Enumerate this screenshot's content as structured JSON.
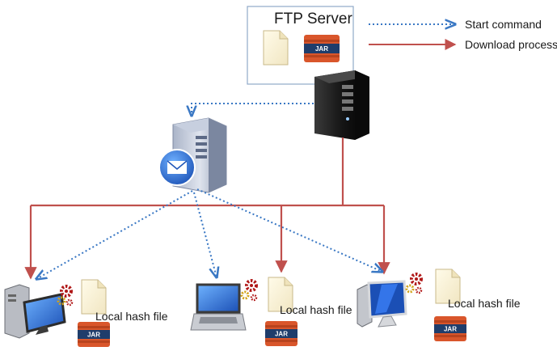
{
  "ftp_server": {
    "title": "FTP Server",
    "jar_label": "JAR"
  },
  "legend": {
    "start_command": "Start command",
    "download_process": "Download process"
  },
  "clients": [
    {
      "hash_label": "Local hash file",
      "jar_label": "JAR"
    },
    {
      "hash_label": "Local hash file",
      "jar_label": "JAR"
    },
    {
      "hash_label": "Local hash file",
      "jar_label": "JAR"
    }
  ],
  "colors": {
    "start_command": "#3a78c4",
    "download_process": "#c0504d",
    "ftp_box_border": "#8fa9c9",
    "jar_orange": "#d9562b",
    "jar_band": "#1f3d6b"
  },
  "icons": {
    "ftp_server": "tower-server-icon",
    "mail_server": "mail-server-icon",
    "client_desktop": "desktop-pc-icon",
    "client_laptop": "laptop-icon",
    "client_workstation": "workstation-icon",
    "file": "document-icon",
    "jar": "jar-package-icon",
    "gears": "gears-icon"
  }
}
